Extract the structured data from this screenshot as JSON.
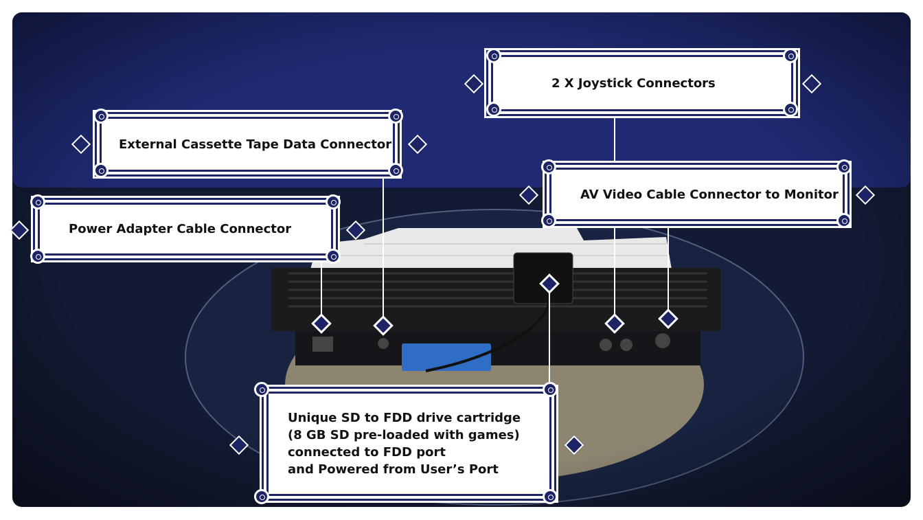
{
  "labels": {
    "joystick": "2 X Joystick Connectors",
    "cassette": "External Cassette Tape Data Connector",
    "av": "AV Video Cable Connector to Monitor",
    "power": "Power Adapter Cable Connector",
    "sd": [
      "Unique SD to FDD drive cartridge",
      "(8 GB SD pre-loaded with games)",
      "connected to FDD port",
      "and Powered from User’s Port"
    ]
  },
  "colors": {
    "frame": "#1c2466",
    "cloth": "#1f2a72",
    "floor": "#131a33"
  }
}
